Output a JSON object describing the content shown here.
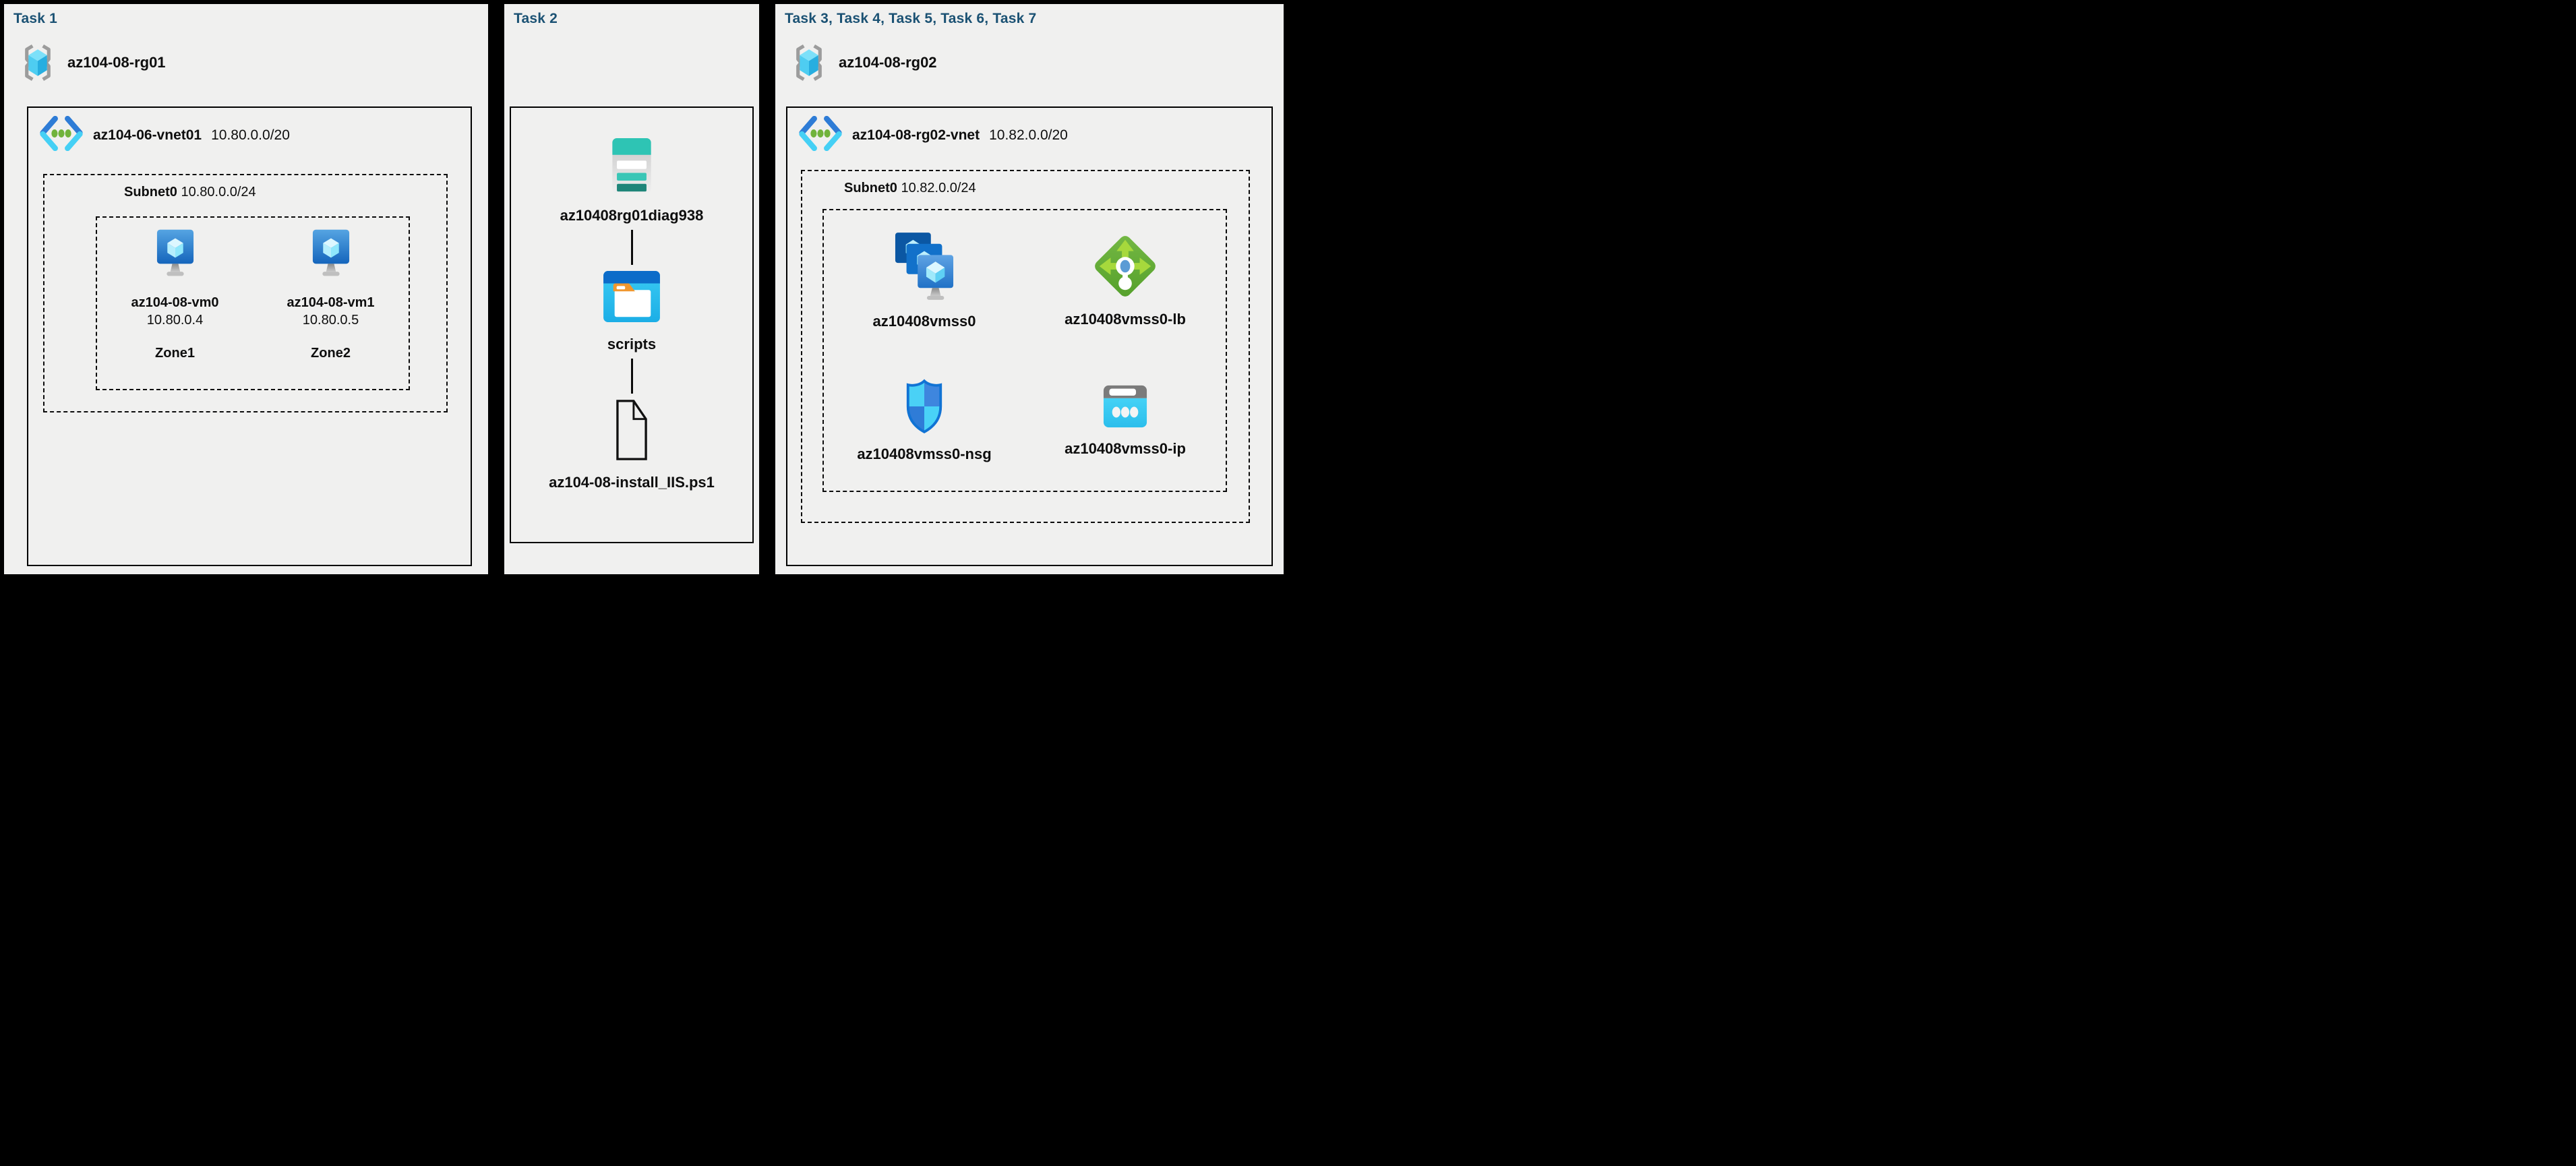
{
  "colors": {
    "page_border": "#000000",
    "panel_background": "#F0F0EF",
    "title_navy": "#1A5173",
    "label_black": "#0E0E0E",
    "vm_screen_blue": "#1668BE",
    "cube_cyan": "#45D0F5",
    "vnet_chevron_blue": "#2E7CD6",
    "vnet_dot_green": "#71B33C",
    "rg_bracket_gray": "#9C9C9C",
    "storage_teal": "#2EC4B4",
    "storage_teal_dark": "#1F8579",
    "folder_bar_blue": "#0C6CC9",
    "folder_tab_orange": "#F0972E",
    "lb_green": "#6CB33F",
    "lb_arrow_green": "#A6D93C",
    "nsg_border_blue": "#1173D4",
    "ip_body_cyan": "#3FC9F1",
    "ip_bar_gray": "#7B7B7B"
  },
  "panels": [
    {
      "title": "Task 1",
      "resource_group": {
        "name": "az104-08-rg01",
        "icon": "resource-group-icon"
      },
      "vnet": {
        "name": "az104-06-vnet01",
        "cidr": "10.80.0.0/20",
        "icon": "virtual-network-icon"
      },
      "subnet": {
        "name": "Subnet0",
        "cidr": "10.80.0.0/24"
      },
      "vms": [
        {
          "name": "az104-08-vm0",
          "ip": "10.80.0.4",
          "zone": "Zone1",
          "icon": "virtual-machine-icon"
        },
        {
          "name": "az104-08-vm1",
          "ip": "10.80.0.5",
          "zone": "Zone2",
          "icon": "virtual-machine-icon"
        }
      ]
    },
    {
      "title": "Task 2",
      "items": [
        {
          "type": "storage-account",
          "label": "az10408rg01diag938",
          "icon": "storage-account-icon"
        },
        {
          "type": "blob-container",
          "label": "scripts",
          "icon": "blob-container-icon"
        },
        {
          "type": "script-file",
          "label": "az104-08-install_IIS.ps1",
          "icon": "file-icon"
        }
      ]
    },
    {
      "title": "Task 3, Task 4, Task 5, Task 6, Task 7",
      "resource_group": {
        "name": "az104-08-rg02",
        "icon": "resource-group-icon"
      },
      "vnet": {
        "name": "az104-08-rg02-vnet",
        "cidr": "10.82.0.0/20",
        "icon": "virtual-network-icon"
      },
      "subnet": {
        "name": "Subnet0",
        "cidr": "10.82.0.0/24"
      },
      "resources": [
        {
          "type": "vm-scale-set",
          "label": "az10408vmss0",
          "icon": "vmss-icon"
        },
        {
          "type": "load-balancer",
          "label": "az10408vmss0-lb",
          "icon": "load-balancer-icon"
        },
        {
          "type": "network-security-group",
          "label": "az10408vmss0-nsg",
          "icon": "nsg-shield-icon"
        },
        {
          "type": "public-ip",
          "label": "az10408vmss0-ip",
          "icon": "public-ip-icon"
        }
      ]
    }
  ]
}
